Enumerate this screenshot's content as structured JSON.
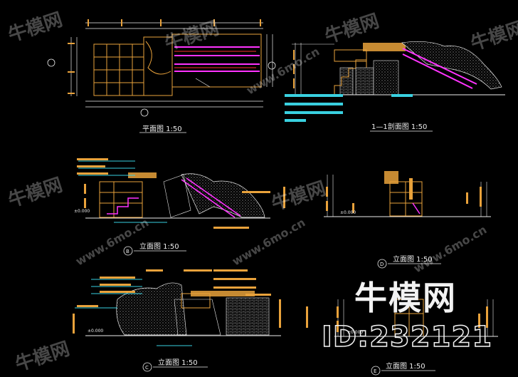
{
  "titles": {
    "plan": "平面图 1:50",
    "section": "1—1剖面图 1:50",
    "elev_b": "立面图 1:50",
    "elev_d": "立面图 1:50",
    "elev_c": "立面图 1:50",
    "elev_e": "立面图 1:50"
  },
  "markers": {
    "b": "B",
    "d": "D",
    "c": "C",
    "e": "E"
  },
  "levels": {
    "l1": "±0.000",
    "l2": "±0.000",
    "l3": "±0.000",
    "l4": "±0.000"
  },
  "watermark": {
    "brand": "牛模网",
    "id": "ID:232121",
    "site": "www.6mo.cn"
  },
  "colors": {
    "orange": "#e9a23b",
    "magenta": "#ff33ff",
    "cyan": "#39d0e0",
    "white": "#ececec",
    "yellow": "#f0e060",
    "red": "#ff4040",
    "grey": "#9a9a9a"
  }
}
